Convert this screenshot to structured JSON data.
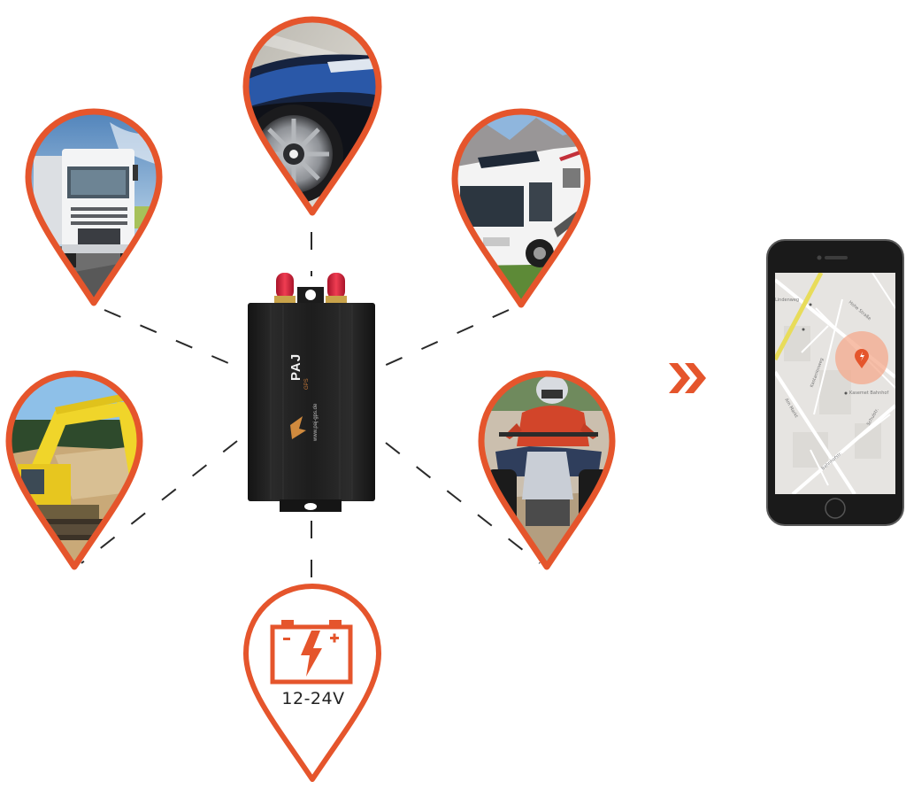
{
  "colors": {
    "accent": "#E5552C",
    "background": "#FFFFFF",
    "device_body": "#1F1F1F",
    "antenna": "#D9243A",
    "dash_line": "#2A2A2A",
    "map_bg": "#E8E6E3",
    "map_road_yellow": "#E8DC5A",
    "map_radius": "#F4A98C"
  },
  "device": {
    "brand": "PAJ",
    "sub_brand": "GPS",
    "url": "www.paj-gps.de"
  },
  "pins": [
    {
      "id": "truck",
      "scene": "Truck on highway"
    },
    {
      "id": "car",
      "scene": "Car wheel close-up"
    },
    {
      "id": "camper",
      "scene": "Motorhome / camper van"
    },
    {
      "id": "excavator",
      "scene": "Excavator at construction site"
    },
    {
      "id": "quad",
      "scene": "Quad bike rider"
    },
    {
      "id": "battery",
      "scene": "Battery power supply"
    }
  ],
  "battery": {
    "minus": "−",
    "plus": "+",
    "voltage": "12-24V"
  },
  "arrow": {
    "icon": "double-chevron-right-icon"
  },
  "phone": {
    "screen": "map-view",
    "map_labels": [
      "Kasemet Bahnhof",
      "Hohe Straße",
      "Kastanienweg",
      "Bahnhofstr.",
      "Lindenweg",
      "Schulstr.",
      "Am Markt"
    ]
  }
}
